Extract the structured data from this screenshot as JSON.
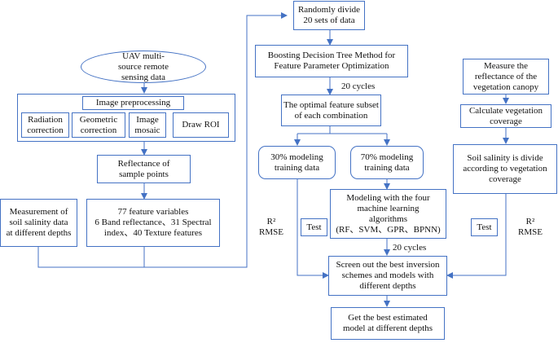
{
  "nodes": {
    "uav_data": "UAV multi-\nsource remote\nsensing data",
    "image_preprocessing": "Image preprocessing",
    "radiation_correction": "Radiation\ncorrection",
    "geometric_correction": "Geometric\ncorrection",
    "image_mosaic": "Image\nmosaic",
    "draw_roi": "Draw ROI",
    "reflectance_sample_points": "Reflectance of\nsample points",
    "measurement_soil_salinity": "Measurement of\nsoil salinity data\nat different depths",
    "feature_variables": "77 feature variables\n6 Band reflectance、31 Spectral\nindex、40 Texture features",
    "randomly_divide": "Randomly divide\n20 sets of data",
    "boosting_decision_tree": "Boosting Decision Tree Method for\nFeature Parameter Optimization",
    "optimal_feature_subset": "The optimal feature subset\nof each combination",
    "modeling_30": "30% modeling\ntraining data",
    "modeling_70": "70% modeling\ntraining data",
    "modeling_four_ml": "Modeling with the four\nmachine learning\nalgorithms\n(RF、SVM、GPR、BPNN)",
    "test_left": "Test",
    "r2_rmse_left": "R²\nRMSE",
    "screen_out": "Screen out the best inversion\nschemes and models with\ndifferent depths",
    "best_model": "Get the best estimated\nmodel at different depths",
    "measure_reflectance": "Measure the\nreflectance of the\nvegetation canopy",
    "calculate_coverage": "Calculate vegetation\ncoverage",
    "soil_salinity_divide": "Soil salinity is divide\naccording to vegetation\ncoverage",
    "test_right": "Test",
    "r2_rmse_right": "R²\nRMSE"
  },
  "edge_labels": {
    "cycles_20_top": "20 cycles",
    "cycles_20_bottom": "20 cycles"
  },
  "colors": {
    "line": "#4472c4",
    "text": "#111111",
    "background": "#ffffff"
  }
}
